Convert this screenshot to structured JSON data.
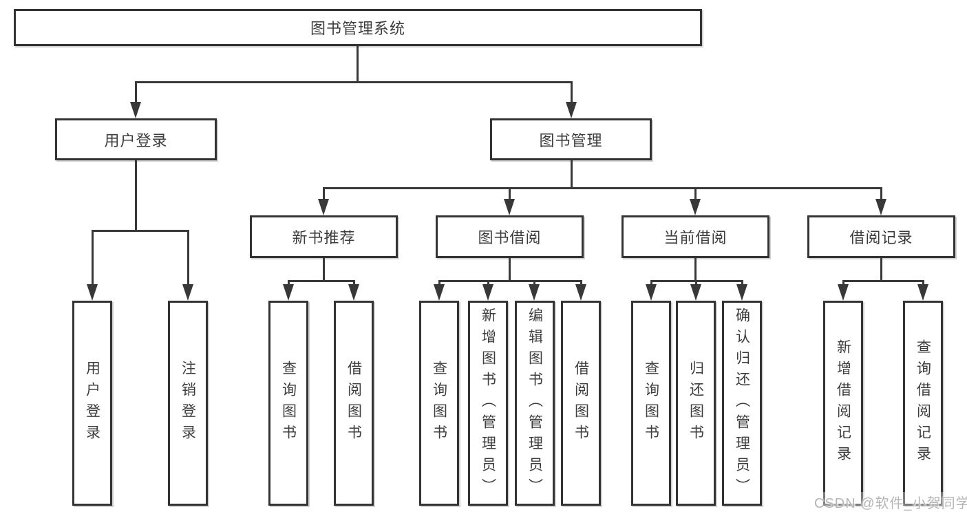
{
  "tree": {
    "root": {
      "label": "图书管理系统",
      "children": [
        {
          "label": "用户登录",
          "children": [
            {
              "label": "用户登录"
            },
            {
              "label": "注销登录"
            }
          ]
        },
        {
          "label": "图书管理",
          "children": [
            {
              "label": "新书推荐",
              "children": [
                {
                  "label": "查询图书"
                },
                {
                  "label": "借阅图书"
                }
              ]
            },
            {
              "label": "图书借阅",
              "children": [
                {
                  "label": "查询图书"
                },
                {
                  "label": "新增图书（管理员）"
                },
                {
                  "label": "编辑图书（管理员）"
                },
                {
                  "label": "借阅图书"
                }
              ]
            },
            {
              "label": "当前借阅",
              "children": [
                {
                  "label": "查询图书"
                },
                {
                  "label": "归还图书"
                },
                {
                  "label": "确认归还（管理员）"
                }
              ]
            },
            {
              "label": "借阅记录",
              "children": [
                {
                  "label": "新增借阅记录"
                },
                {
                  "label": "查询借阅记录"
                }
              ]
            }
          ]
        }
      ]
    }
  },
  "watermark": {
    "text": "CSDN @软件_小贺同学"
  },
  "colors": {
    "background": "#ffffff",
    "box_border": "#333333",
    "connector_line": "#383838",
    "text": "#3d3d3d",
    "watermark_text": "#b5b5b5"
  }
}
